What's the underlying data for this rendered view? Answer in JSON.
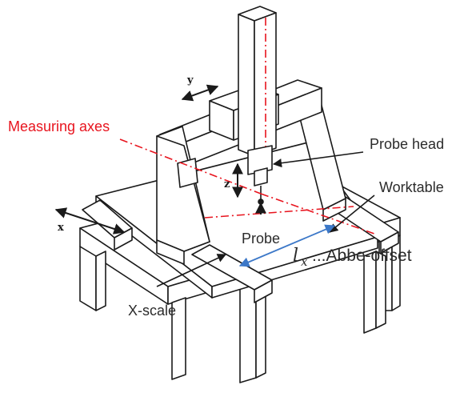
{
  "labels": {
    "measuring_axes": "Measuring axes",
    "probe_head": "Probe head",
    "worktable": "Worktable",
    "probe": "Probe",
    "abbe_symbol": "l",
    "abbe_subscript": "x",
    "abbe_text": "...Abbe-offset",
    "x_scale": "X-scale",
    "axis_x": "x",
    "axis_y": "y",
    "axis_z": "z"
  },
  "colors": {
    "measuring_axes": "#e8141e",
    "abbe_dimension": "#3c78c8",
    "drawing_line": "#1a1a1a",
    "label_text": "#2b2b2b"
  }
}
